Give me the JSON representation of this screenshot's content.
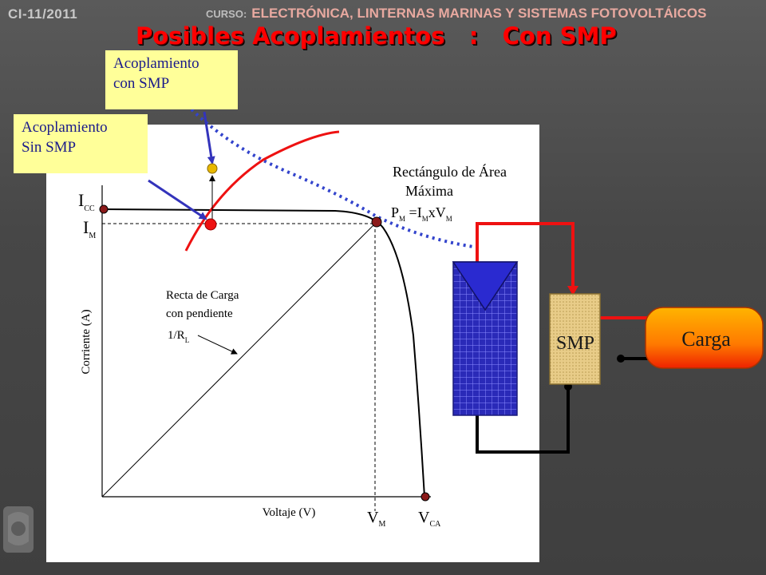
{
  "header": {
    "code": "CI-11/2011",
    "course_label": "CURSO:",
    "course_name": "ELECTRÓNICA, LINTERNAS MARINAS Y SISTEMAS FOTOVOLTÁICOS",
    "title": "Posibles Acoplamientos   :   Con SMP"
  },
  "callouts": {
    "with_smp": [
      "Acoplamiento",
      "con SMP"
    ],
    "without_smp": [
      "Acoplamiento",
      "Sin SMP"
    ]
  },
  "graph": {
    "y_axis_label": "Corriente (A)",
    "x_axis_label": "Voltaje (V)",
    "icc": {
      "main": "I",
      "sub": "CC"
    },
    "im": {
      "main": "I",
      "sub": "M"
    },
    "vm": {
      "main": "V",
      "sub": "M"
    },
    "vca": {
      "main": "V",
      "sub": "CA"
    },
    "rect_label": [
      "Rectángulo de Área",
      "Máxima"
    ],
    "pm_formula": {
      "p": "P",
      "p_sub": "M",
      "eq": " =",
      "i": "I",
      "i_sub": "M",
      "x": "xV",
      "v_sub": "M"
    },
    "load_line_label": [
      "Recta de Carga",
      "con pendiente"
    ],
    "slope": {
      "main": "1/R",
      "sub": "L"
    }
  },
  "system": {
    "smp_label": "SMP",
    "load_label": "Carga"
  },
  "colors": {
    "title": "#ff0000",
    "callout_bg": "#ffff99",
    "callout_text": "#1a1a8a",
    "panel_blue": "#3333cc",
    "load_orange": "#ff8800",
    "smp_tan": "#e6c880"
  }
}
